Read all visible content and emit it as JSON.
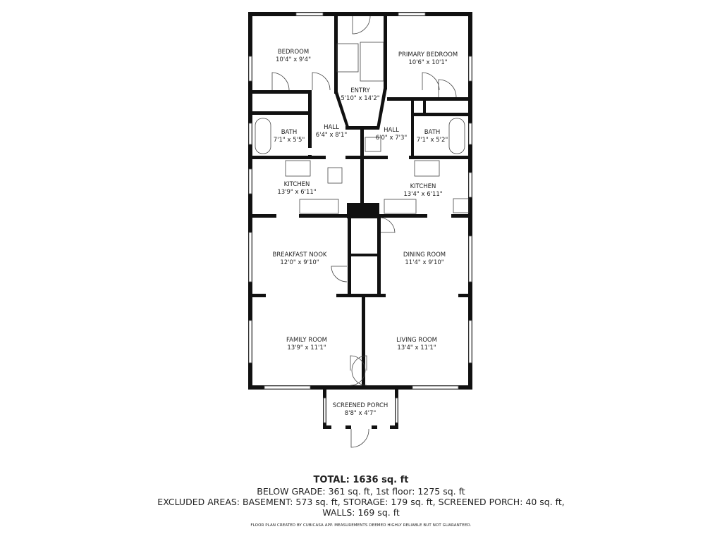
{
  "rooms": [
    {
      "name": "BEDROOM",
      "size": "10'4\" x 9'4\""
    },
    {
      "name": "PRIMARY BEDROOM",
      "size": "10'6\" x 10'1\""
    },
    {
      "name": "ENTRY",
      "size": "5'10\" x 14'2\""
    },
    {
      "name": "HALL",
      "size": "6'4\" x 8'1\""
    },
    {
      "name": "HALL",
      "size": "6'0\" x 7'3\""
    },
    {
      "name": "BATH",
      "size": "7'1\" x 5'5\""
    },
    {
      "name": "BATH",
      "size": "7'1\" x 5'2\""
    },
    {
      "name": "KITCHEN",
      "size": "13'9\" x 6'11\""
    },
    {
      "name": "KITCHEN",
      "size": "13'4\" x 6'11\""
    },
    {
      "name": "BREAKFAST NOOK",
      "size": "12'0\" x 9'10\""
    },
    {
      "name": "DINING ROOM",
      "size": "11'4\" x 9'10\""
    },
    {
      "name": "FAMILY ROOM",
      "size": "13'9\" x 11'1\""
    },
    {
      "name": "LIVING ROOM",
      "size": "13'4\" x 11'1\""
    },
    {
      "name": "SCREENED PORCH",
      "size": "8'8\" x 4'7\""
    }
  ],
  "summary": {
    "total": "TOTAL: 1636 sq. ft",
    "below_grade": "BELOW GRADE: 361 sq. ft, 1st floor: 1275 sq. ft",
    "excluded": "EXCLUDED AREAS: BASEMENT: 573 sq. ft, STORAGE: 179 sq. ft, SCREENED PORCH: 40 sq. ft,",
    "walls": "WALLS: 169 sq. ft",
    "disclaimer": "FLOOR PLAN CREATED BY CUBICASA APP. MEASUREMENTS DEEMED HIGHLY RELIABLE BUT NOT GUARANTEED."
  },
  "colors": {
    "wall": "#111111",
    "window": "#ffffff",
    "text": "#222222"
  }
}
